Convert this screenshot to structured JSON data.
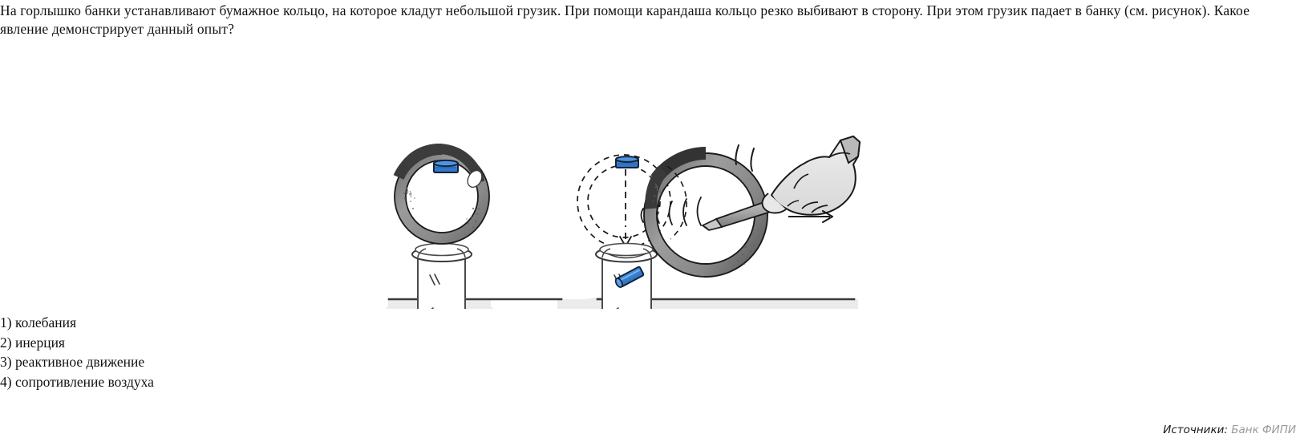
{
  "page": {
    "background_color": "#ffffff",
    "text_color": "#111111"
  },
  "question": {
    "text": "На горлышко банки устанавливают бумажное кольцо, на которое кладут небольшой грузик. При помощи карандаша кольцо резко выбивают в сторону. При этом грузик падает в банку (см. рисунок). Какое явление демонстрирует данный опыт?"
  },
  "options": [
    {
      "number": "1)",
      "label": "колебания",
      "full": "1) колебания"
    },
    {
      "number": "2)",
      "label": "инерция",
      "full": "2) инерция"
    },
    {
      "number": "3)",
      "label": "реактивное движение",
      "full": "3) реактивное движение"
    },
    {
      "number": "4)",
      "label": "сопротивление воздуха",
      "full": "4) сопротивление воздуха"
    }
  ],
  "source": {
    "label": "Источники:",
    "value": "Банк ФИПИ"
  },
  "figure": {
    "title": "Опыт с бумажным кольцом, грузиком и банкой",
    "colors": {
      "weight_blue": "#3a86d4",
      "weight_blue_dark": "#1f5fa8",
      "ring_gray_dark": "#3a3a3a",
      "ring_gray_mid": "#8c8c8c",
      "ring_gray_light": "#b0b0b0",
      "outline": "#1a1a1a",
      "glass_outline": "#4a4a4a",
      "shadow": "#e8e8e8",
      "hand_fill": "#e3e3e3",
      "pencil_fill": "#9a9a9a",
      "table_line": "#3a3a3a"
    },
    "panels": [
      {
        "name": "left-panel-before",
        "caption_semantic": "Кольцо с грузиком стоит на горлышке банки",
        "elements": [
          "paper-ring-standing",
          "blue-weight-on-ring",
          "glass-jar",
          "table-line",
          "jar-shadow"
        ]
      },
      {
        "name": "right-panel-after",
        "caption_semantic": "Карандашом выбивают кольцо, грузик падает в банку",
        "elements": [
          "dashed-ghost-ring",
          "dashed-ghost-weight",
          "falling-arrow",
          "paper-ring-moved",
          "blue-weight-inside-jar",
          "glass-jar",
          "hand-with-pencil",
          "motion-arcs",
          "direction-arrow",
          "table-line",
          "jar-shadow"
        ]
      }
    ]
  }
}
